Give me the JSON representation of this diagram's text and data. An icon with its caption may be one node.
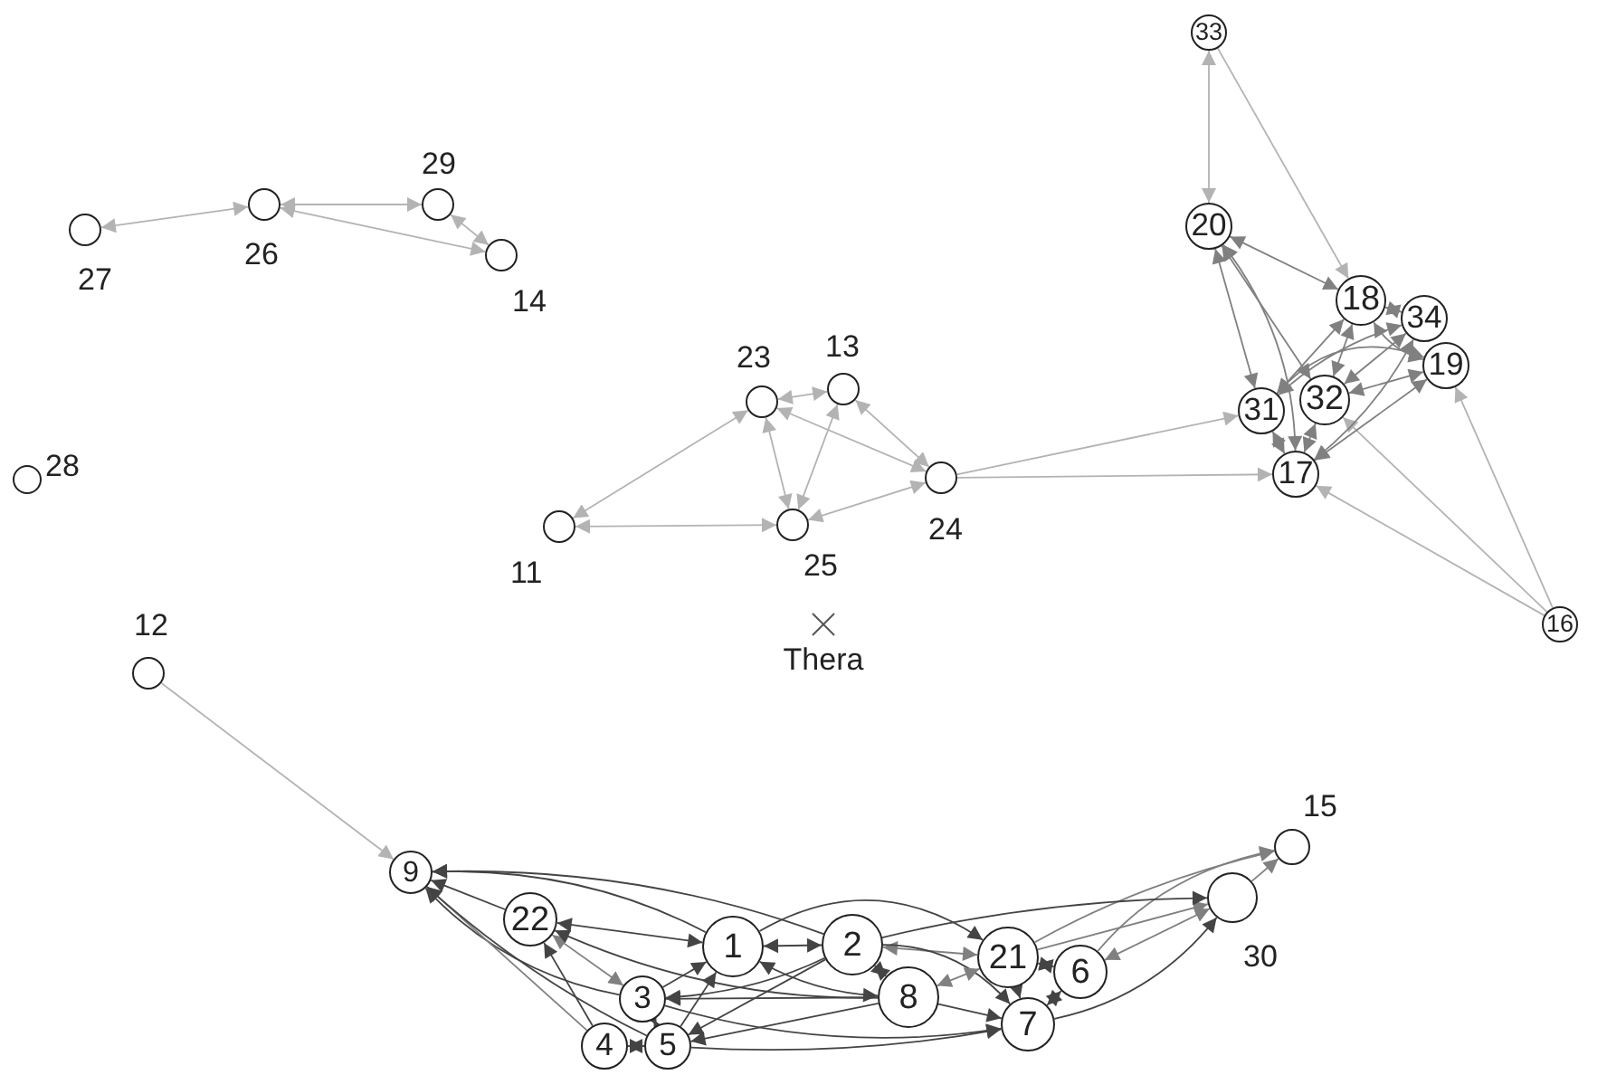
{
  "diagram": {
    "nodes": [
      {
        "text": [
          "33"
        ]
      },
      {
        "text": [],
        "shape": "circle",
        "beside": [
          "29"
        ]
      },
      {
        "text": [],
        "shape": "circle",
        "beside": [
          "26"
        ]
      },
      {
        "text": [],
        "shape": "circle",
        "beside": [
          "27"
        ]
      },
      {
        "text": [
          "20"
        ]
      },
      {
        "text": [],
        "shape": "circle",
        "beside": [
          "14"
        ]
      },
      {
        "text": [
          "18"
        ]
      },
      {
        "text": [
          "34"
        ]
      },
      {
        "text": [
          "19"
        ]
      },
      {
        "text": [],
        "shape": "circle",
        "beside": [
          "13"
        ]
      },
      {
        "text": [],
        "shape": "circle",
        "beside": [
          "23"
        ]
      },
      {
        "text": [
          "32"
        ]
      },
      {
        "text": [
          "31"
        ]
      },
      {
        "text": [],
        "shape": "circle",
        "beside": [
          "24"
        ]
      },
      {
        "text": [
          "17"
        ]
      },
      {
        "text": [],
        "shape": "circle",
        "beside": [
          "28"
        ]
      },
      {
        "text": [],
        "shape": "circle",
        "beside": [
          "25"
        ]
      },
      {
        "text": [],
        "shape": "circle",
        "beside": [
          "11"
        ]
      },
      {
        "text": [
          "16"
        ]
      },
      {
        "text": [],
        "shape": "circle",
        "beside": [
          "12"
        ]
      },
      {
        "text": [],
        "shape": "circle",
        "beside": [
          "15"
        ]
      },
      {
        "text": [
          "9"
        ]
      },
      {
        "text": [],
        "shape": "circle",
        "beside": [
          "30"
        ]
      },
      {
        "text": [
          "22"
        ]
      },
      {
        "text": [
          "1"
        ]
      },
      {
        "text": [
          "2"
        ]
      },
      {
        "text": [
          "21"
        ]
      },
      {
        "text": [
          "6"
        ]
      },
      {
        "text": [
          "8"
        ]
      },
      {
        "text": [
          "3"
        ]
      },
      {
        "text": [
          "7"
        ]
      },
      {
        "text": [
          "4"
        ]
      },
      {
        "text": [
          "5"
        ]
      }
    ],
    "edges": [
      {
        "from": 2,
        "to": 3,
        "arrow": "both",
        "color": "#b3b3b3"
      },
      {
        "from": 2,
        "to": 1,
        "arrow": "both",
        "color": "#b3b3b3"
      },
      {
        "from": 2,
        "to": 5,
        "arrow": "both",
        "color": "#b3b3b3"
      },
      {
        "from": 1,
        "to": 5,
        "arrow": "both",
        "color": "#b3b3b3"
      },
      {
        "from": 10,
        "to": 9,
        "arrow": "both",
        "color": "#b3b3b3"
      },
      {
        "from": 10,
        "to": 17,
        "arrow": "both",
        "color": "#b3b3b3"
      },
      {
        "from": 10,
        "to": 16,
        "arrow": "both",
        "color": "#b3b3b3"
      },
      {
        "from": 9,
        "to": 16,
        "arrow": "both",
        "color": "#b3b3b3"
      },
      {
        "from": 9,
        "to": 13,
        "arrow": "both",
        "color": "#b3b3b3"
      },
      {
        "from": 10,
        "to": 13,
        "arrow": "both",
        "color": "#b3b3b3"
      },
      {
        "from": 17,
        "to": 16,
        "arrow": "both",
        "color": "#b3b3b3"
      },
      {
        "from": 16,
        "to": 13,
        "arrow": "both",
        "color": "#b3b3b3"
      },
      {
        "from": 13,
        "to": 12,
        "arrow": "to",
        "color": "#b3b3b3"
      },
      {
        "from": 13,
        "to": 14,
        "arrow": "to",
        "color": "#b3b3b3"
      },
      {
        "from": 19,
        "to": 21,
        "arrow": "to",
        "color": "#b3b3b3"
      },
      {
        "from": 0,
        "to": 4,
        "arrow": "both",
        "color": "#b3b3b3"
      },
      {
        "from": 0,
        "to": 6,
        "arrow": "to",
        "color": "#b3b3b3"
      },
      {
        "from": 18,
        "to": 14,
        "arrow": "to",
        "color": "#b3b3b3"
      },
      {
        "from": 18,
        "to": 11,
        "arrow": "to",
        "color": "#b3b3b3"
      },
      {
        "from": 18,
        "to": 8,
        "arrow": "to",
        "color": "#b3b3b3"
      },
      {
        "from": 4,
        "to": 12,
        "arrow": "both",
        "color": "#808080"
      },
      {
        "from": 4,
        "to": 14,
        "arrow": "both",
        "color": "#808080"
      },
      {
        "from": 4,
        "to": 6,
        "arrow": "both",
        "color": "#808080"
      },
      {
        "from": 4,
        "to": 11,
        "arrow": "both",
        "color": "#808080"
      },
      {
        "from": 6,
        "to": 12,
        "arrow": "both",
        "color": "#808080"
      },
      {
        "from": 6,
        "to": 11,
        "arrow": "both",
        "color": "#808080"
      },
      {
        "from": 6,
        "to": 8,
        "arrow": "both",
        "color": "#808080"
      },
      {
        "from": 6,
        "to": 7,
        "arrow": "both",
        "color": "#808080"
      },
      {
        "from": 7,
        "to": 11,
        "arrow": "both",
        "color": "#808080"
      },
      {
        "from": 7,
        "to": 12,
        "arrow": "both",
        "color": "#808080"
      },
      {
        "from": 8,
        "to": 11,
        "arrow": "both",
        "color": "#808080"
      },
      {
        "from": 8,
        "to": 14,
        "arrow": "both",
        "color": "#808080"
      },
      {
        "from": 8,
        "to": 12,
        "arrow": "both",
        "color": "#808080"
      },
      {
        "from": 12,
        "to": 14,
        "arrow": "both",
        "color": "#808080"
      },
      {
        "from": 11,
        "to": 14,
        "arrow": "both",
        "color": "#808080"
      },
      {
        "from": 7,
        "to": 14,
        "arrow": "both",
        "color": "#808080"
      },
      {
        "from": 23,
        "to": 21,
        "arrow": "to"
      },
      {
        "from": 24,
        "to": 21,
        "arrow": "to"
      },
      {
        "from": 29,
        "to": 21,
        "arrow": "to"
      },
      {
        "from": 31,
        "to": 21,
        "arrow": "to",
        "color": "#808080"
      },
      {
        "from": 32,
        "to": 21,
        "arrow": "to"
      },
      {
        "from": 25,
        "to": 21,
        "arrow": "to"
      },
      {
        "from": 23,
        "to": 24,
        "arrow": "both"
      },
      {
        "from": 23,
        "to": 29,
        "arrow": "both",
        "color": "#808080"
      },
      {
        "from": 31,
        "to": 23,
        "arrow": "to"
      },
      {
        "from": 28,
        "to": 23,
        "arrow": "to"
      },
      {
        "from": 24,
        "to": 25,
        "arrow": "both"
      },
      {
        "from": 29,
        "to": 24,
        "arrow": "to"
      },
      {
        "from": 32,
        "to": 24,
        "arrow": "to"
      },
      {
        "from": 24,
        "to": 28,
        "arrow": "both"
      },
      {
        "from": 25,
        "to": 28,
        "arrow": "both"
      },
      {
        "from": 25,
        "to": 26,
        "arrow": "both",
        "color": "#808080"
      },
      {
        "from": 25,
        "to": 29,
        "arrow": "to"
      },
      {
        "from": 25,
        "to": 32,
        "arrow": "to"
      },
      {
        "from": 25,
        "to": 30,
        "arrow": "to"
      },
      {
        "from": 26,
        "to": 27,
        "arrow": "both"
      },
      {
        "from": 26,
        "to": 30,
        "arrow": "to"
      },
      {
        "from": 28,
        "to": 26,
        "arrow": "both",
        "color": "#808080"
      },
      {
        "from": 26,
        "to": 22,
        "arrow": "to",
        "color": "#808080"
      },
      {
        "from": 27,
        "to": 22,
        "arrow": "both",
        "color": "#808080"
      },
      {
        "from": 27,
        "to": 30,
        "arrow": "both"
      },
      {
        "from": 28,
        "to": 30,
        "arrow": "to"
      },
      {
        "from": 28,
        "to": 29,
        "arrow": "to"
      },
      {
        "from": 28,
        "to": 32,
        "arrow": "to"
      },
      {
        "from": 29,
        "to": 32,
        "arrow": "both"
      },
      {
        "from": 31,
        "to": 32,
        "arrow": "both"
      },
      {
        "from": 32,
        "to": 30,
        "arrow": "to"
      },
      {
        "from": 29,
        "to": 30,
        "arrow": "to"
      },
      {
        "from": 22,
        "to": 20,
        "arrow": "to",
        "color": "#808080"
      },
      {
        "from": 27,
        "to": 20,
        "arrow": "to",
        "color": "#808080"
      },
      {
        "from": 26,
        "to": 20,
        "arrow": "to",
        "color": "#808080"
      },
      {
        "from": 25,
        "to": 22,
        "arrow": "to"
      },
      {
        "from": 24,
        "to": 26,
        "arrow": "to"
      },
      {
        "from": 30,
        "to": 22,
        "arrow": "to"
      }
    ],
    "labels": [
      "Thera"
    ]
  }
}
